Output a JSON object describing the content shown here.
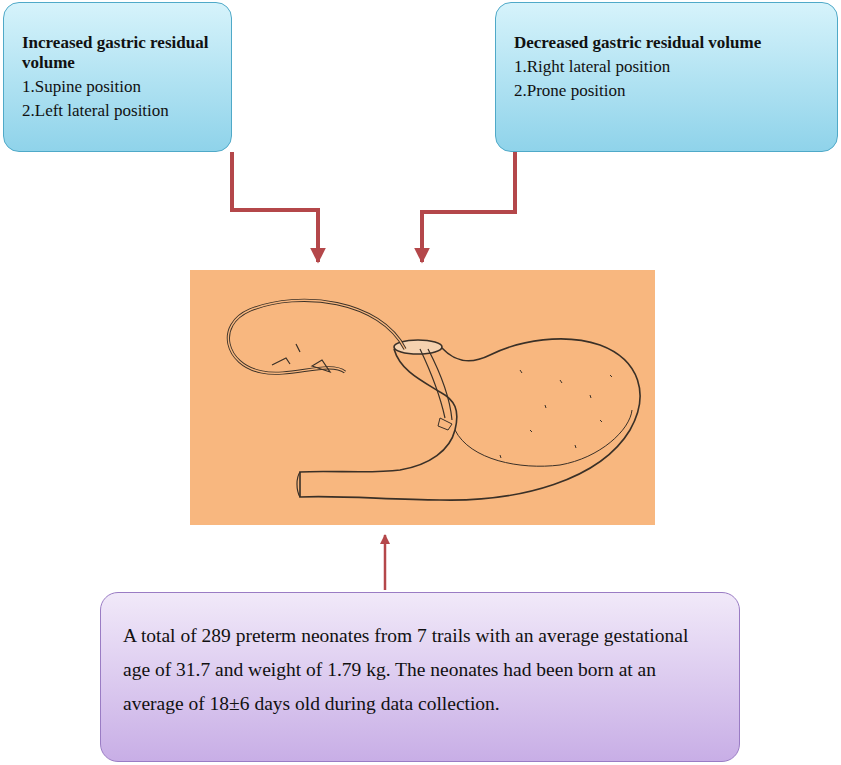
{
  "diagram": {
    "nodes": [
      {
        "text": [
          "Increased gastric residual volume",
          "1.Supine position",
          "2.Left lateral position"
        ]
      },
      {
        "text": [
          "Decreased gastric residual volume",
          "1.Right lateral position",
          "2.Prone position"
        ]
      },
      {
        "text": [
          "A total of 289 preterm neonates from 7 trails with an average gestational age of 31.7 and weight of 1.79 kg. The neonates had been born at an average of 18±6 days old during data collection."
        ]
      }
    ]
  }
}
